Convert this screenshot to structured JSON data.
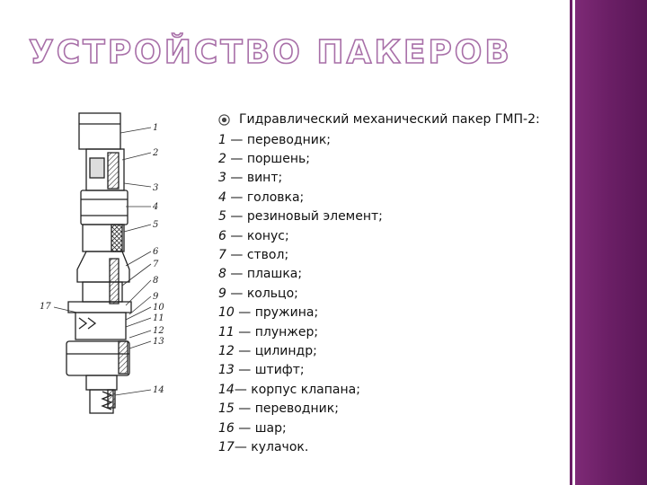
{
  "slide": {
    "title": "УСТРОЙСТВО ПАКЕРОВ",
    "bullet": "Гидравлический механический пакер ГМП-2:",
    "items": [
      {
        "num": "1",
        "text": " — переводник;"
      },
      {
        "num": "2",
        "text": " — поршень;"
      },
      {
        "num": "3",
        "text": " — винт;"
      },
      {
        "num": "4",
        "text": " — головка;"
      },
      {
        "num": "5",
        "text": " — резиновый элемент;"
      },
      {
        "num": "6",
        "text": " — конус;"
      },
      {
        "num": "7",
        "text": " — ствол;"
      },
      {
        "num": "8",
        "text": " — плашка;"
      },
      {
        "num": "9",
        "text": " — кольцо;"
      },
      {
        "num": "10",
        "text": " — пружина;"
      },
      {
        "num": "11",
        "text": " — плунжер;"
      },
      {
        "num": "12",
        "text": " — цилиндр;"
      },
      {
        "num": "13",
        "text": " — штифт;"
      },
      {
        "num": "14",
        "text": "— корпус клапана;"
      },
      {
        "num": "15",
        "text": " — переводник;"
      },
      {
        "num": "16",
        "text": " — шар;"
      },
      {
        "num": "17",
        "text": "— кулачок."
      }
    ]
  },
  "figure": {
    "callouts": [
      "1",
      "2",
      "3",
      "4",
      "5",
      "6",
      "7",
      "8",
      "9",
      "10",
      "11",
      "12",
      "13",
      "14",
      "17"
    ]
  },
  "colors": {
    "accent": "#6b1f66",
    "title_outline": "#a86fa8"
  },
  "icons": {
    "bullet": "circled-bullet-icon"
  }
}
